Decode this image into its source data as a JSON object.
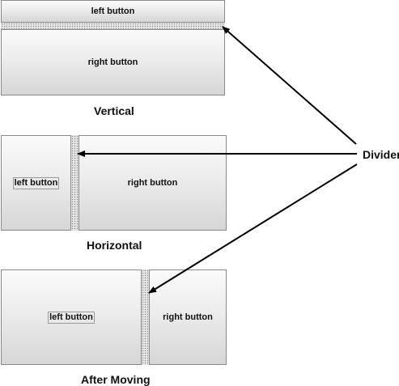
{
  "panels": {
    "vertical": {
      "caption": "Vertical",
      "top_button": "left button",
      "bottom_button": "right button"
    },
    "horizontal": {
      "caption": "Horizontal",
      "left_button": "left button",
      "right_button": "right button"
    },
    "after_moving": {
      "caption": "After Moving",
      "left_button": "left button",
      "right_button": "right button"
    }
  },
  "callout": {
    "label": "Divider"
  }
}
